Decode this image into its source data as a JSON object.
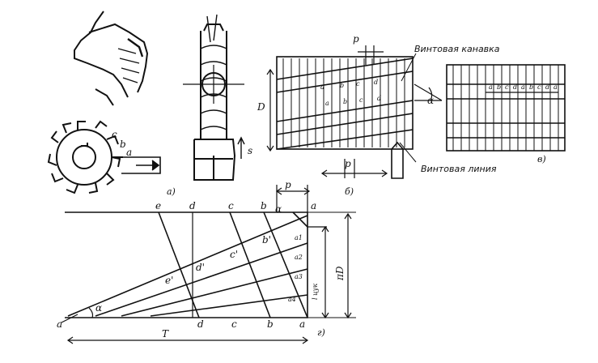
{
  "panels": {
    "a": {
      "caption": "а)",
      "labels": [
        "c",
        "b",
        "a"
      ],
      "s_label": "s"
    },
    "b": {
      "caption": "б)",
      "labels": [
        "a",
        "b",
        "c",
        "d",
        "a",
        "b",
        "c",
        "d"
      ],
      "D_label": "D",
      "p_top": "p",
      "p_bottom": "p",
      "alpha": "α",
      "groove_label": "Винтовая канавка",
      "line_label": "Винтовая линия"
    },
    "v": {
      "caption": "в)",
      "labels": [
        "a",
        "b",
        "c",
        "d",
        "a",
        "b",
        "c",
        "d",
        "a"
      ]
    },
    "g": {
      "caption": "г)",
      "top_labels": [
        "e",
        "d",
        "c",
        "b",
        "a"
      ],
      "bottom_labels": [
        "a",
        "d",
        "c",
        "b",
        "a"
      ],
      "inner_labels": [
        "e'",
        "d'",
        "c'",
        "b'"
      ],
      "right_labels": [
        "a1",
        "a2",
        "a3",
        "a4"
      ],
      "p_label": "p",
      "alpha": "α",
      "lcycle": "l цук",
      "piD": "πD",
      "T": "T"
    }
  }
}
